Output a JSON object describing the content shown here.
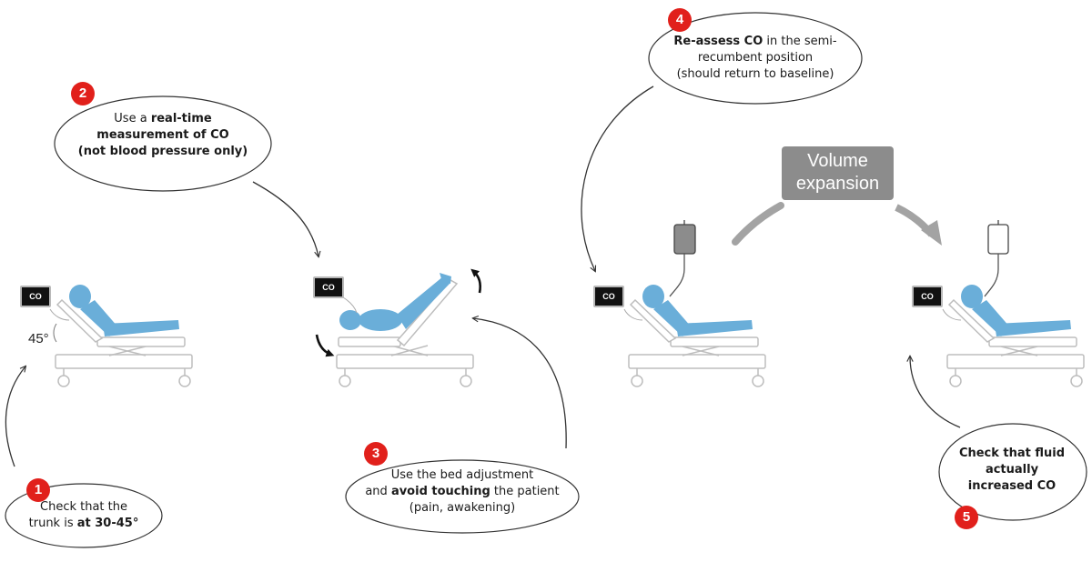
{
  "monitor_label": "CO",
  "angle_label": "45°",
  "steps": [
    {
      "num": "1",
      "lines": [
        [
          {
            "t": "Check that the",
            "b": false
          }
        ],
        [
          {
            "t": "trunk is ",
            "b": false
          },
          {
            "t": "at 30-45°",
            "b": true
          }
        ]
      ]
    },
    {
      "num": "2",
      "lines": [
        [
          {
            "t": "Use a ",
            "b": false
          },
          {
            "t": "real-time",
            "b": true
          }
        ],
        [
          {
            "t": "measurement of CO",
            "b": true
          }
        ],
        [
          {
            "t": "(not blood pressure only)",
            "b": true
          }
        ]
      ]
    },
    {
      "num": "3",
      "lines": [
        [
          {
            "t": "Use the bed adjustment",
            "b": false
          }
        ],
        [
          {
            "t": "and ",
            "b": false
          },
          {
            "t": "avoid touching",
            "b": true
          },
          {
            "t": " the patient",
            "b": false
          }
        ],
        [
          {
            "t": "(pain, awakening)",
            "b": false
          }
        ]
      ]
    },
    {
      "num": "4",
      "lines": [
        [
          {
            "t": "Re-assess CO",
            "b": true
          },
          {
            "t": " in the semi-",
            "b": false
          }
        ],
        [
          {
            "t": "recumbent position",
            "b": false
          }
        ],
        [
          {
            "t": "(should return to baseline)",
            "b": false
          }
        ]
      ]
    },
    {
      "num": "5",
      "lines": [
        [
          {
            "t": "Check that fluid",
            "b": true
          }
        ],
        [
          {
            "t": "actually",
            "b": true
          }
        ],
        [
          {
            "t": "increased CO",
            "b": true
          }
        ]
      ]
    }
  ],
  "volume_box": {
    "lines": [
      "Volume",
      "expansion"
    ]
  },
  "colors": {
    "patient": "#6aaed9",
    "badge": "#e1201b",
    "bed": "#bdbdbd",
    "arrow_gray": "#a3a3a3",
    "bag_full": "#8c8c8c"
  }
}
